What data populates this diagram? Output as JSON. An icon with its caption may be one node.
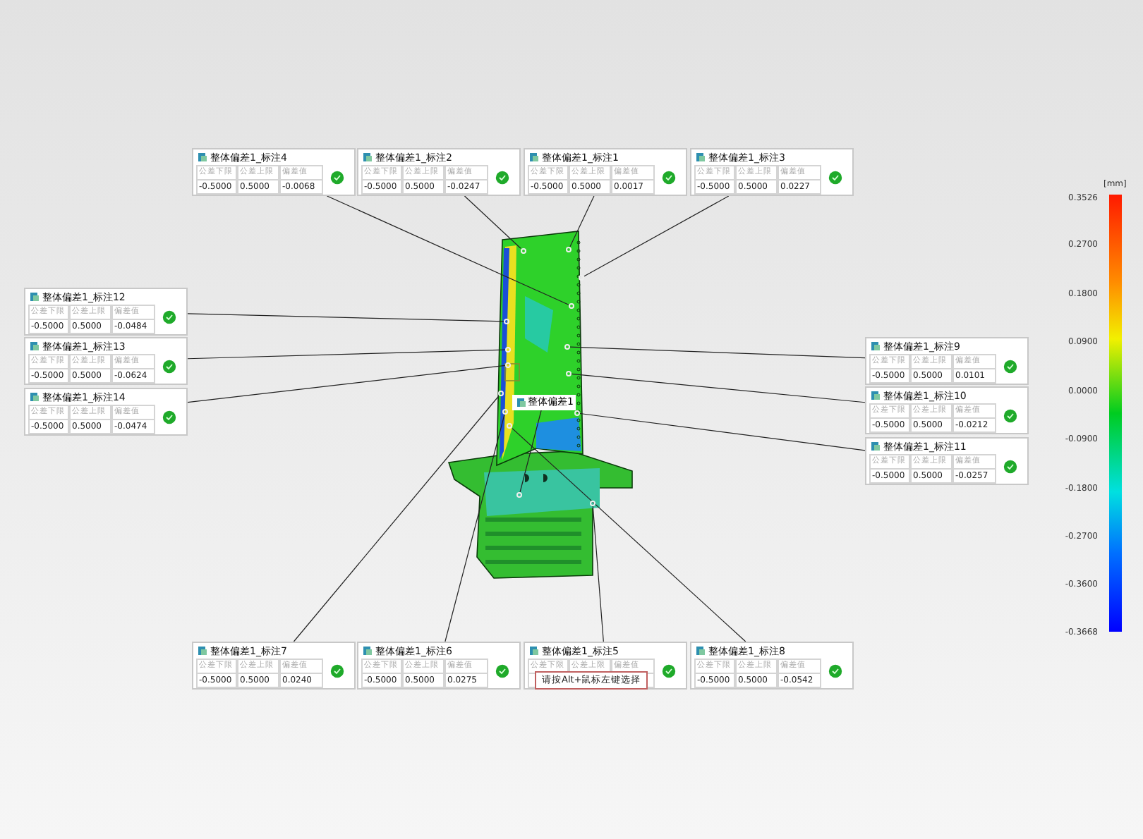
{
  "diagram": {
    "nodes": [
      {
        "text": [
          "整体偏差1_标注4",
          "公差下限",
          "公差上限",
          "偏差值",
          "-0.5000",
          "0.5000",
          "-0.0068"
        ]
      },
      {
        "text": [
          "整体偏差1_标注2",
          "公差下限",
          "公差上限",
          "偏差值",
          "-0.5000",
          "0.5000",
          "-0.0247"
        ]
      },
      {
        "text": [
          "整体偏差1_标注1",
          "公差下限",
          "公差上限",
          "偏差值",
          "-0.5000",
          "0.5000",
          "0.0017"
        ]
      },
      {
        "text": [
          "整体偏差1_标注3",
          "公差下限",
          "公差上限",
          "偏差值",
          "-0.5000",
          "0.5000",
          "0.0227"
        ]
      },
      {
        "text": [
          "整体偏差1_标注12",
          "公差下限",
          "公差上限",
          "偏差值",
          "-0.5000",
          "0.5000",
          "-0.0484"
        ]
      },
      {
        "text": [
          "整体偏差1_标注13",
          "公差下限",
          "公差上限",
          "偏差值",
          "-0.5000",
          "0.5000",
          "-0.0624"
        ]
      },
      {
        "text": [
          "整体偏差1_标注9",
          "公差下限",
          "公差上限",
          "偏差值",
          "-0.5000",
          "0.5000",
          "0.0101"
        ]
      },
      {
        "text": [
          "整体偏差1_标注14",
          "公差下限",
          "公差上限",
          "偏差值",
          "-0.5000",
          "0.5000",
          "-0.0474"
        ]
      },
      {
        "text": [
          "整体偏差1_标注10",
          "公差下限",
          "公差上限",
          "偏差值",
          "-0.5000",
          "0.5000",
          "-0.0212"
        ]
      },
      {
        "text": [
          "整体偏差1"
        ]
      },
      {
        "text": [
          "整体偏差1_标注11",
          "公差下限",
          "公差上限",
          "偏差值",
          "-0.5000",
          "0.5000",
          "-0.0257"
        ]
      },
      {
        "text": [
          "整体偏差1_标注7",
          "公差下限",
          "公差上限",
          "偏差值",
          "-0.5000",
          "0.5000",
          "0.0240"
        ]
      },
      {
        "text": [
          "整体偏差1_标注6",
          "公差下限",
          "公差上限",
          "偏差值",
          "-0.5000",
          "0.5000",
          "0.0275"
        ]
      },
      {
        "text": [
          "整体偏差1_标注5",
          "公差下限",
          "公差上限",
          "偏差值"
        ]
      },
      {
        "text": [
          "整体偏差1_标注8",
          "公差下限",
          "公差上限",
          "偏差值",
          "-0.5000",
          "0.5000",
          "-0.0542"
        ]
      },
      {
        "text": [
          "请按Alt+鼠标左键选择"
        ],
        "in": 13
      },
      {
        "text": [],
        "shape": "circle"
      },
      {
        "text": [],
        "shape": "circle"
      },
      {
        "text": [],
        "shape": "circle"
      },
      {
        "text": [],
        "shape": "circle"
      },
      {
        "text": [],
        "shape": "circle"
      },
      {
        "text": [],
        "shape": "circle"
      },
      {
        "text": [],
        "shape": "circle"
      },
      {
        "text": [],
        "shape": "circle"
      },
      {
        "text": [],
        "shape": "circle"
      },
      {
        "text": [],
        "shape": "circle"
      },
      {
        "text": [],
        "shape": "circle"
      },
      {
        "text": [],
        "shape": "circle"
      },
      {
        "text": [],
        "shape": "circle"
      },
      {
        "text": [],
        "shape": "circle"
      },
      {
        "text": [],
        "shape": "circle"
      }
    ],
    "edges": [
      {
        "from": 0,
        "to": 19,
        "arrow": "none"
      },
      {
        "from": 1,
        "to": 17,
        "arrow": "none"
      },
      {
        "from": 2,
        "to": 16,
        "arrow": "none"
      },
      {
        "from": 3,
        "to": 18,
        "arrow": "none"
      },
      {
        "from": 4,
        "to": 20,
        "arrow": "none"
      },
      {
        "from": 5,
        "to": 22,
        "arrow": "none"
      },
      {
        "from": 6,
        "to": 21,
        "arrow": "none"
      },
      {
        "from": 7,
        "to": 23,
        "arrow": "none"
      },
      {
        "from": 8,
        "to": 24,
        "arrow": "none"
      },
      {
        "from": 9,
        "to": 29,
        "arrow": "none"
      },
      {
        "from": 10,
        "to": 27,
        "arrow": "none"
      },
      {
        "from": 11,
        "to": 25,
        "arrow": "none"
      },
      {
        "from": 12,
        "to": 26,
        "arrow": "none"
      },
      {
        "from": 13,
        "to": 30,
        "arrow": "none"
      },
      {
        "from": 14,
        "to": 28,
        "arrow": "none"
      }
    ],
    "labels": [
      "[mm]",
      "0.3526",
      "0.2700",
      "0.1800",
      "0.0900",
      "0.0000",
      "-0.0900",
      "-0.1800",
      "-0.2700",
      "-0.3600",
      "-0.3668"
    ]
  }
}
